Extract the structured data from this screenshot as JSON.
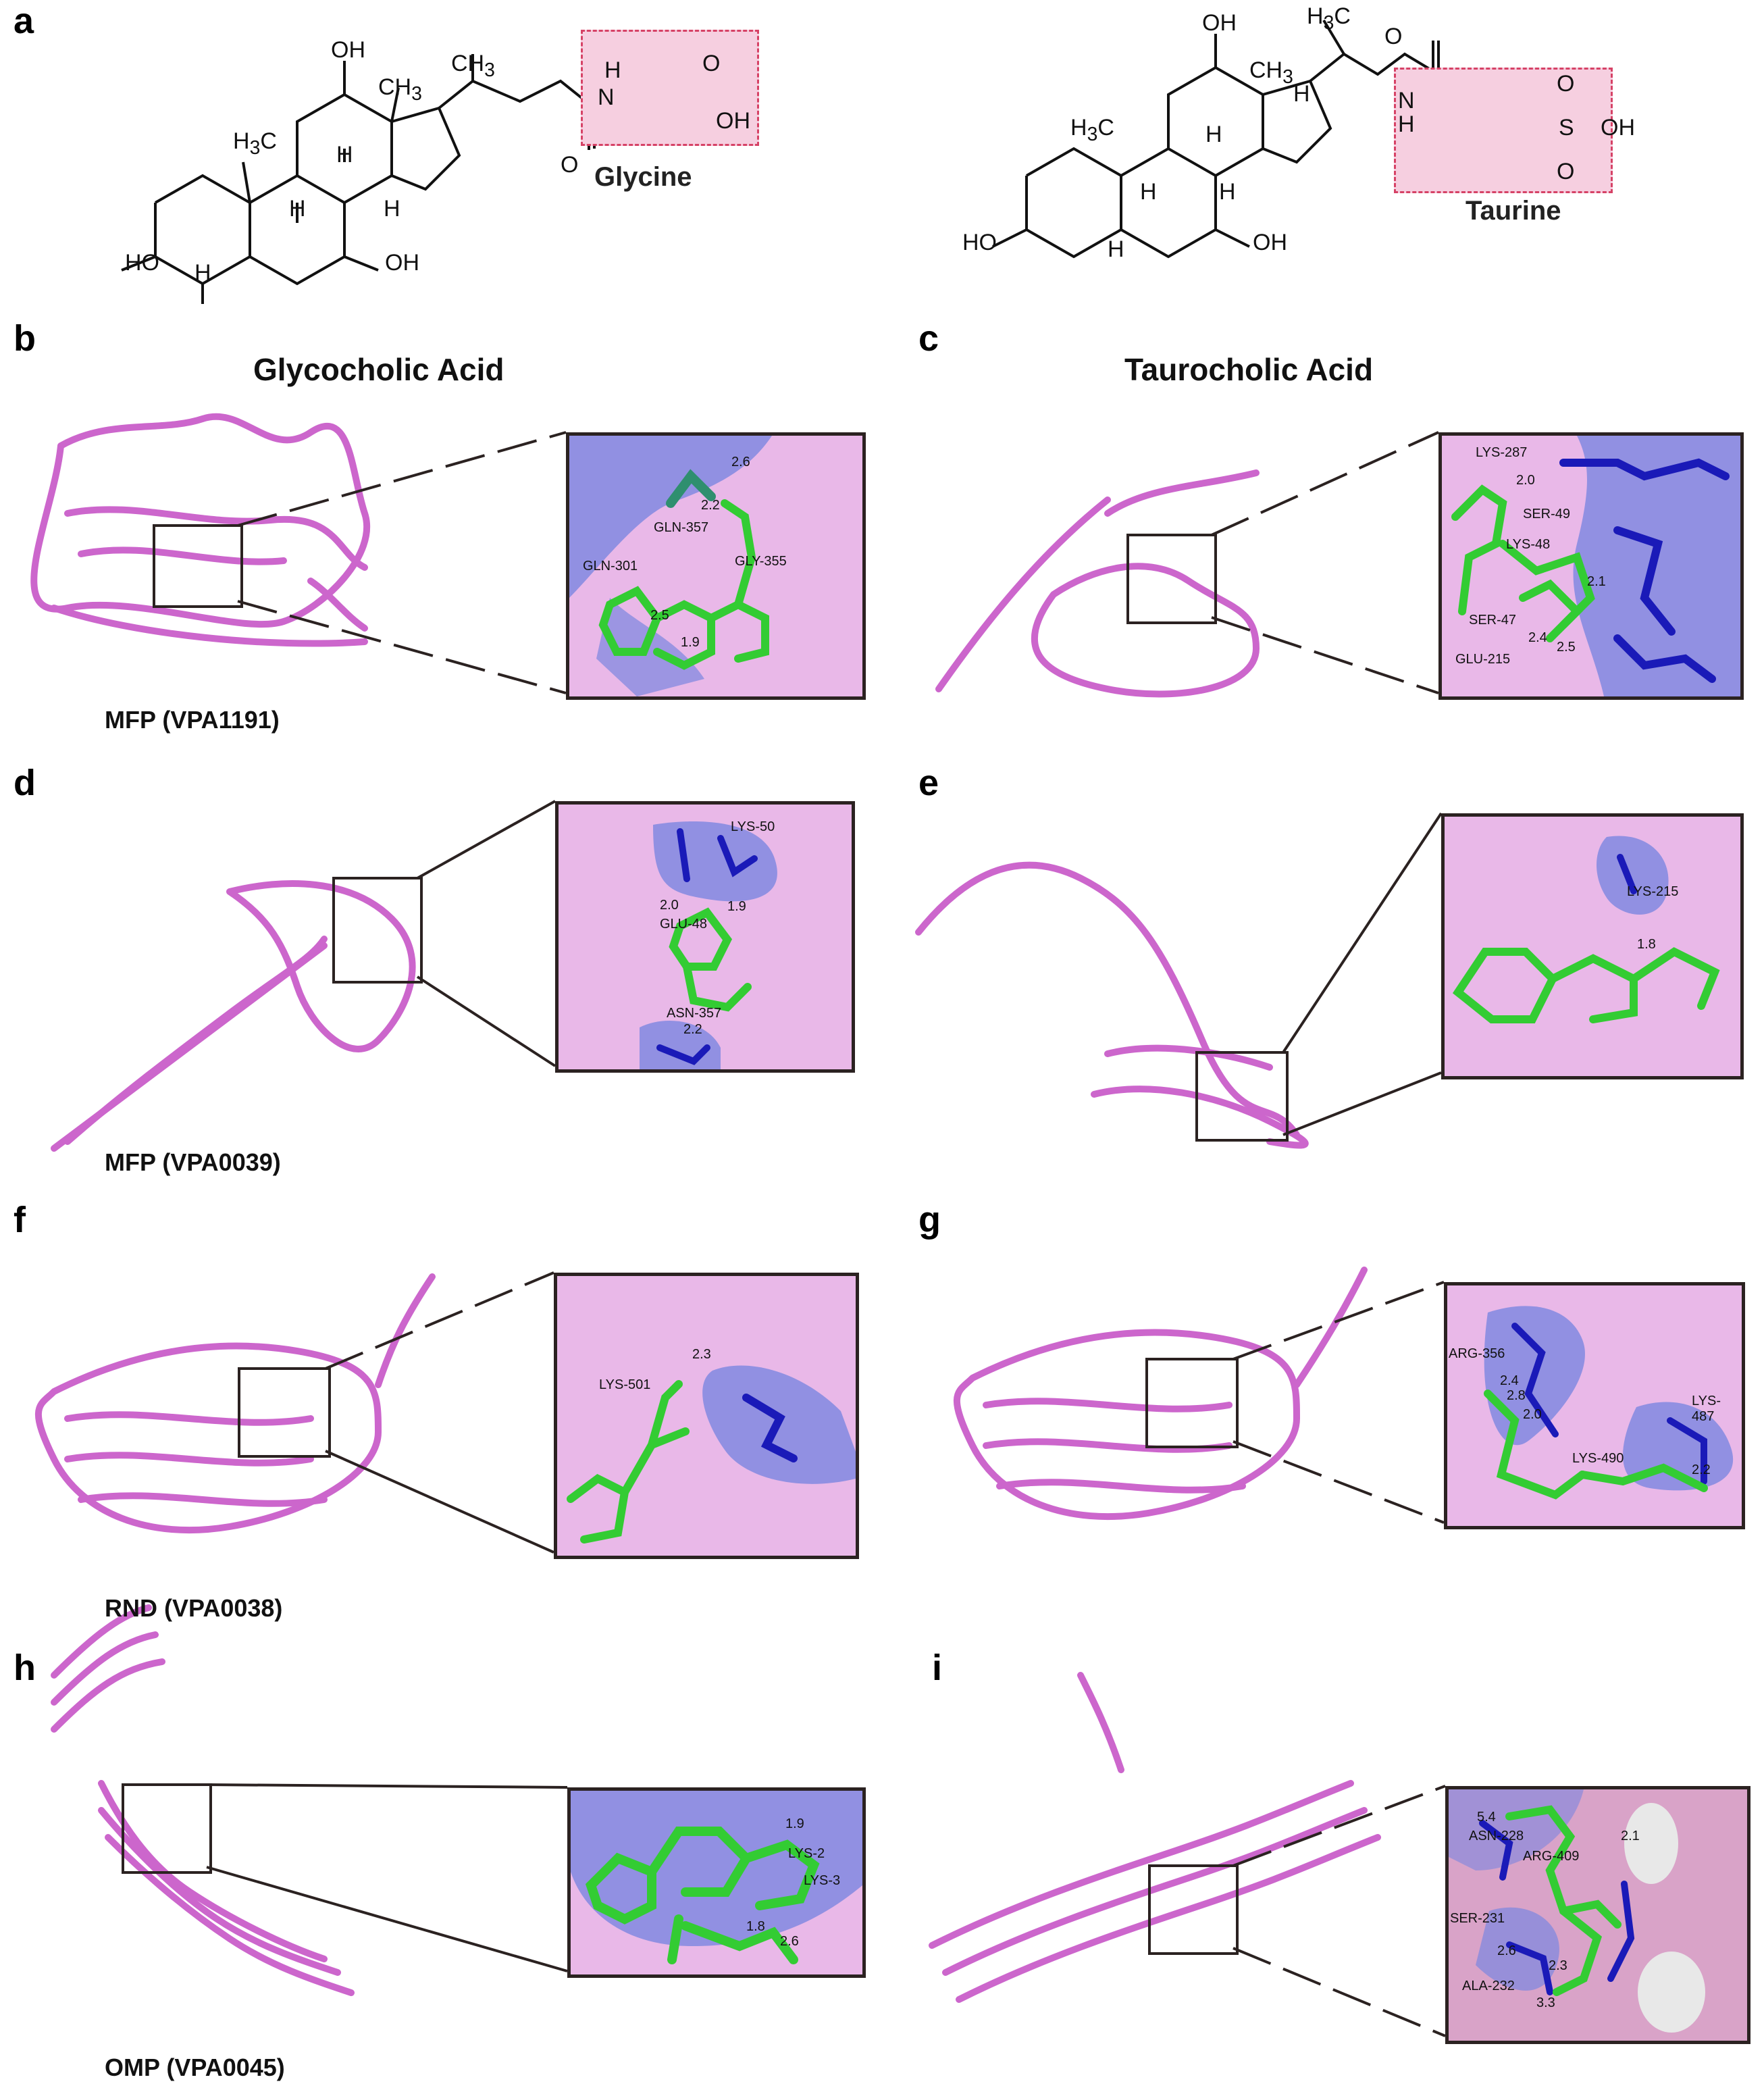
{
  "panels": {
    "a": {
      "letter": "a"
    },
    "b": {
      "letter": "b",
      "title": "Glycocholic Acid",
      "protein": "MFP (VPA1191)",
      "residues": [
        "GLN-357",
        "GLN-301",
        "GLY-355"
      ],
      "distances": [
        "2.6",
        "2.2",
        "2.5",
        "1.9"
      ]
    },
    "c": {
      "letter": "c",
      "title": "Taurocholic Acid",
      "residues": [
        "LYS-287",
        "SER-49",
        "LYS-48",
        "SER-47",
        "GLU-215"
      ],
      "distances": [
        "2.0",
        "2.1",
        "2.4",
        "2.5"
      ]
    },
    "d": {
      "letter": "d",
      "protein": "MFP (VPA0039)",
      "residues": [
        "LYS-50",
        "GLU-48",
        "ASN-357"
      ],
      "distances": [
        "2.0",
        "1.9",
        "2.2"
      ]
    },
    "e": {
      "letter": "e",
      "residues": [
        "LYS-215"
      ],
      "distances": [
        "1.8"
      ]
    },
    "f": {
      "letter": "f",
      "protein": "RND (VPA0038)",
      "residues": [
        "LYS-501"
      ],
      "distances": [
        "2.3"
      ]
    },
    "g": {
      "letter": "g",
      "residues": [
        "ARG-356",
        "LYS-487",
        "LYS-490"
      ],
      "distances": [
        "2.4",
        "2.8",
        "2.0",
        "2.2"
      ]
    },
    "h": {
      "letter": "h",
      "protein": "OMP (VPA0045)",
      "residues": [
        "LYS-2",
        "LYS-3"
      ],
      "distances": [
        "1.9",
        "1.8",
        "2.6"
      ]
    },
    "i": {
      "letter": "i",
      "residues": [
        "ASN-228",
        "ARG-409",
        "SER-231",
        "ALA-232"
      ],
      "distances": [
        "5.4",
        "2.1",
        "2.6",
        "2.3",
        "3.3"
      ]
    }
  },
  "structures": {
    "glycine": {
      "label": "Glycine",
      "groups": [
        "N",
        "H",
        "O",
        "OH"
      ]
    },
    "taurine": {
      "label": "Taurine",
      "groups": [
        "N",
        "H",
        "O",
        "S",
        "OH",
        "O",
        "O"
      ]
    },
    "common_groups": {
      "oh": "OH",
      "ho": "HO",
      "ch3": "CH",
      "h3c": "H",
      "c": "C",
      "sub3": "3",
      "h": "H"
    }
  },
  "colors": {
    "protein": "#cc66cc",
    "ligand": "#33cc33",
    "residue": "#1a1ab8",
    "surface": "#e9b8e8",
    "surface_pocket": "#7b86e0",
    "highlight": "#f6cfe0",
    "highlight_border": "#d64266"
  }
}
